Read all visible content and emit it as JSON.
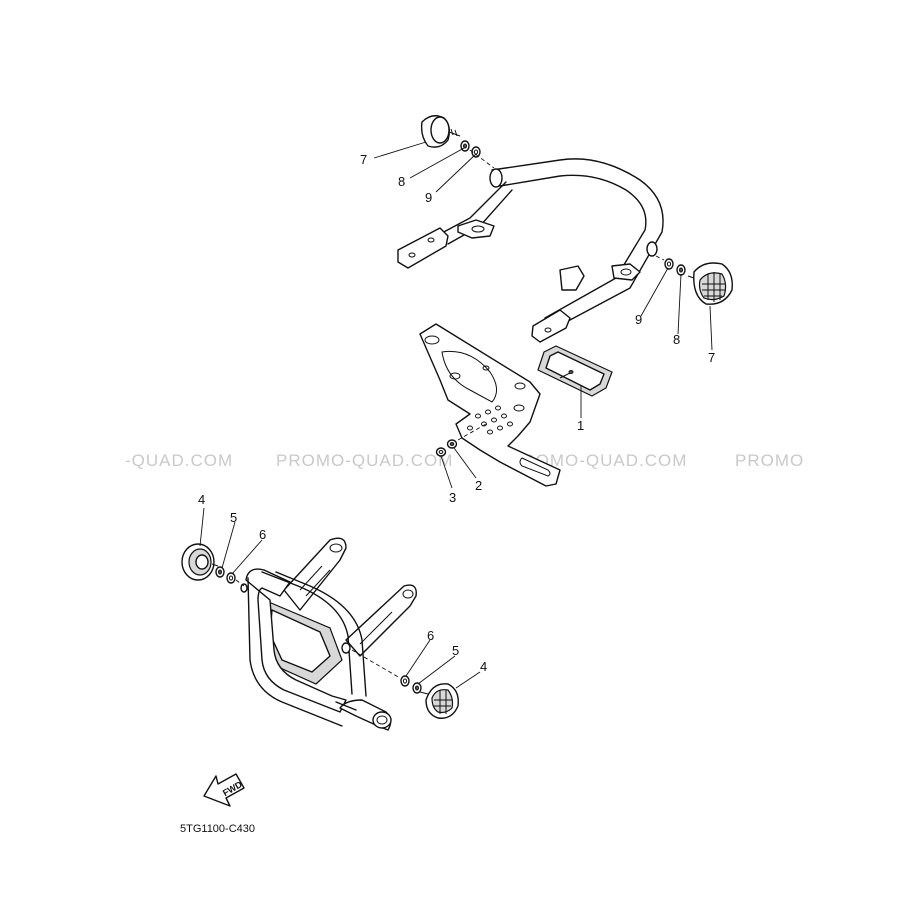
{
  "watermark": {
    "text_1": "-QUAD.COM",
    "text_2": "PROMO-QUAD.COM",
    "text_3": "PROMO-QUAD.COM",
    "text_4": "PROMO"
  },
  "callouts": {
    "c1": "1",
    "c2": "2",
    "c3": "3",
    "c4a": "4",
    "c4b": "4",
    "c5a": "5",
    "c5b": "5",
    "c6a": "6",
    "c6b": "6",
    "c7a": "7",
    "c7b": "7",
    "c8a": "8",
    "c8b": "8",
    "c9a": "9",
    "c9b": "9"
  },
  "fwd_label": "FWD",
  "diagram_code": "5TG1100-C430"
}
